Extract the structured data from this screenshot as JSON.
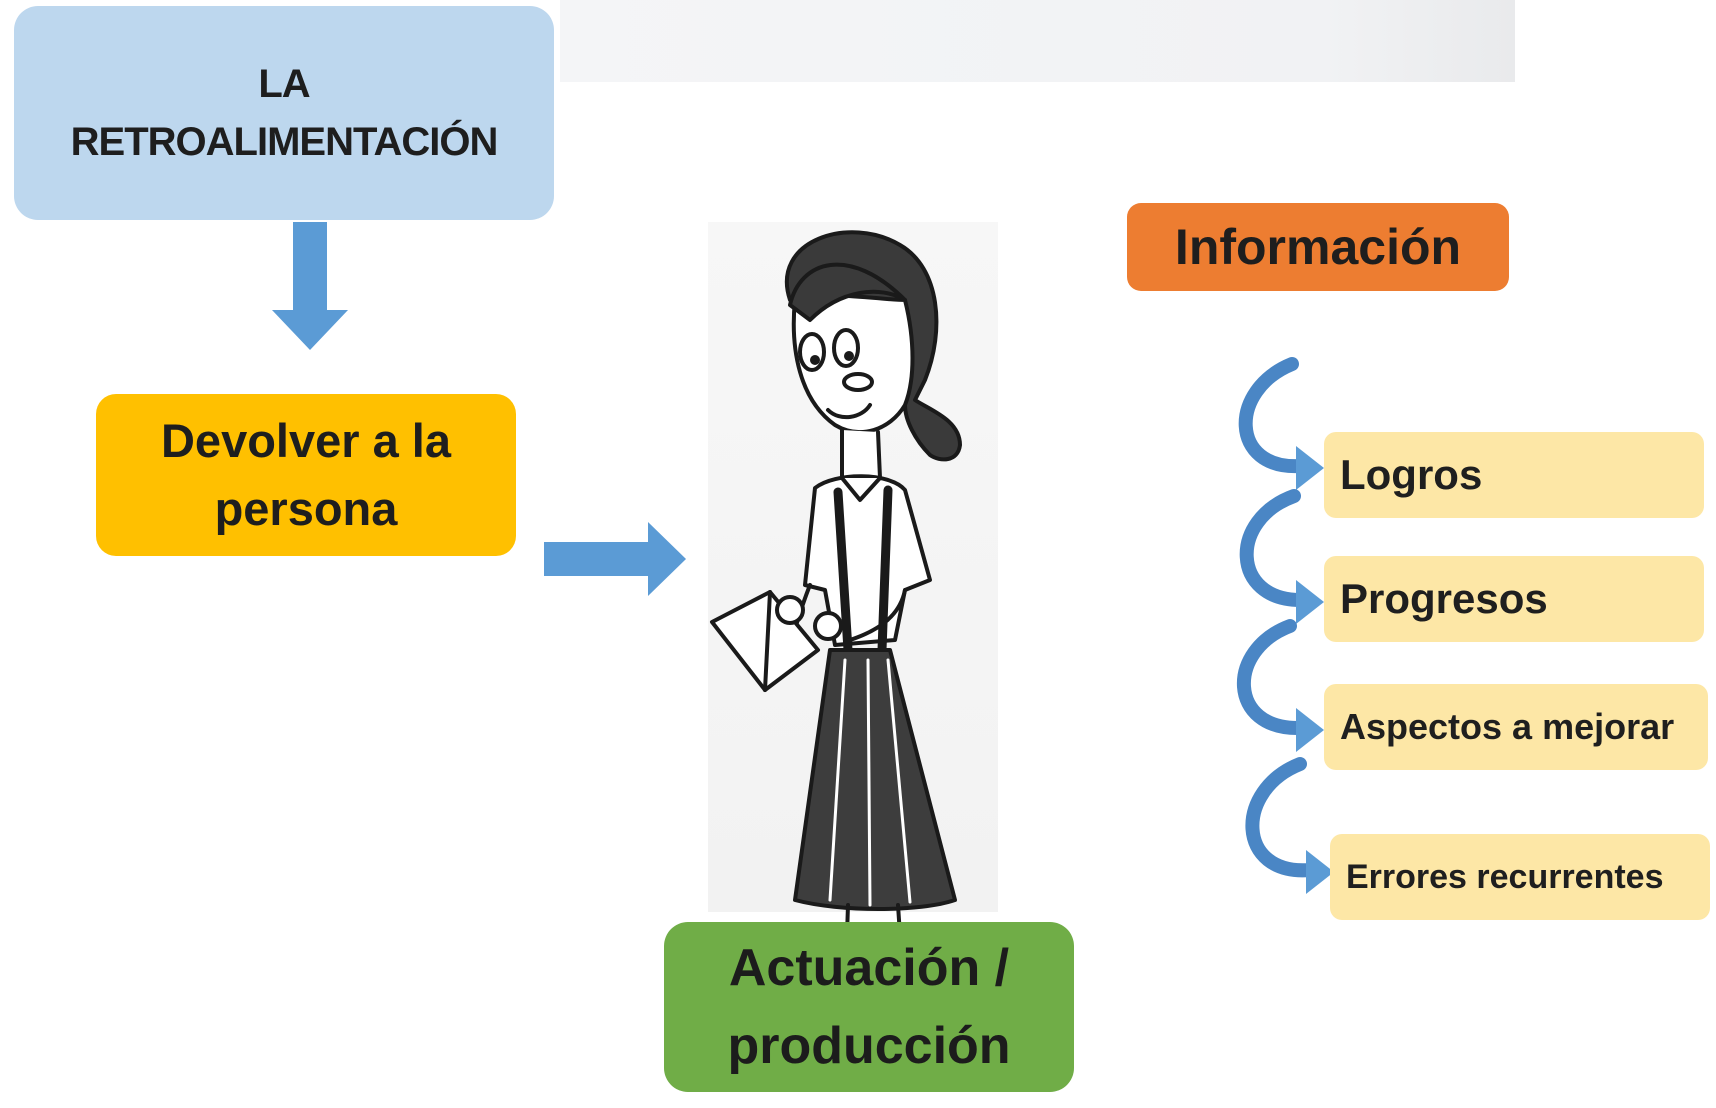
{
  "title": {
    "line1": "LA",
    "line2": "RETROALIMENTACIÓN"
  },
  "devolver": {
    "line1": "Devolver a la",
    "line2": "persona"
  },
  "actuacion": {
    "line1": "Actuación /",
    "line2": "producción"
  },
  "informacion": {
    "label": "Información"
  },
  "items": [
    {
      "label": "Logros"
    },
    {
      "label": "Progresos"
    },
    {
      "label": "Aspectos a mejorar"
    },
    {
      "label": "Errores recurrentes"
    }
  ],
  "colors": {
    "title_box": "#bdd7ee",
    "devolver_box": "#ffc000",
    "actuacion_box": "#70ad47",
    "informacion_box": "#ed7d31",
    "item_box": "#fde7a6",
    "arrow": "#5b9bd5",
    "curved_arrow": "#4a86c5"
  },
  "illustration": {
    "name": "student-girl-reading-book"
  }
}
